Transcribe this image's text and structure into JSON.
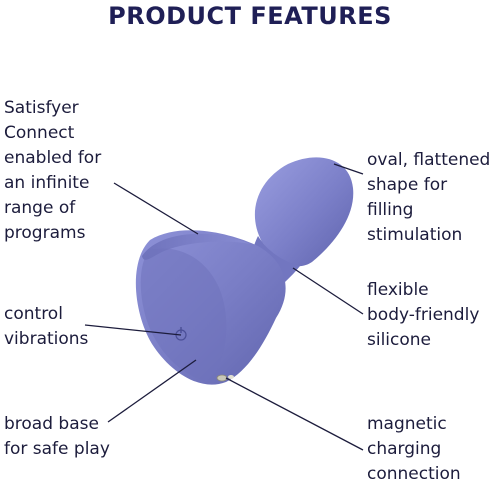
{
  "header": {
    "title": "PRODUCT FEATURES"
  },
  "features": {
    "connect": "Satisfyer\nConnect\nenabled for\nan infinite\nrange of\nprograms",
    "shape": "oval, flattened\nshape for\nfilling\nstimulation",
    "control": "control\nvibrations",
    "flexible": "flexible\nbody-friendly\nsilicone",
    "base": "broad base\nfor safe play",
    "magnetic": "magnetic\ncharging\nconnection"
  },
  "colors": {
    "product": "#7b7fc8",
    "product_shadow": "#5f63ad",
    "product_highlight": "#9a9ee0",
    "text": "#1c1c3c",
    "title": "#1f1f56",
    "leader_lines": "#1c1c3c"
  },
  "icons": {
    "power": "power-icon"
  }
}
